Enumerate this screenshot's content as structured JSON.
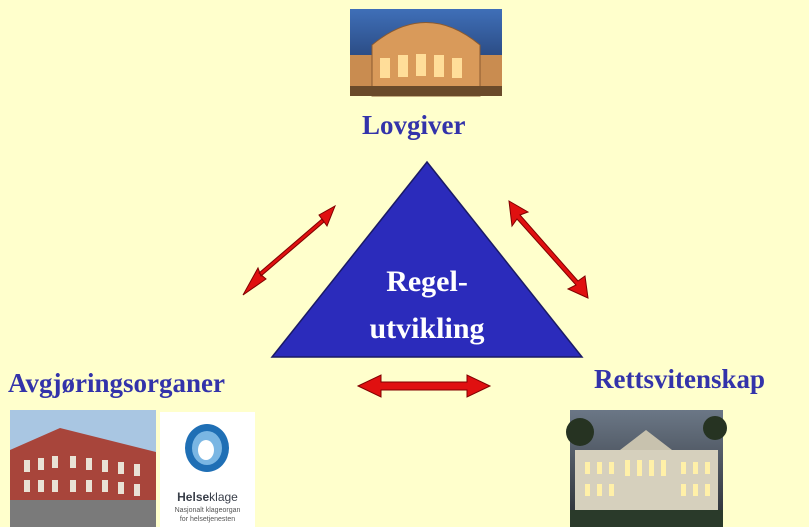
{
  "nodes": {
    "top": "Lovgiver",
    "left": "Avgjøringsorganer",
    "right": "Rettsvitenskap"
  },
  "center": {
    "line1": "Regel-",
    "line2": "utvikling"
  },
  "logo": {
    "brand_bold": "Helse",
    "brand_light": "klage",
    "sub1": "Nasjonalt klageorgan",
    "sub2": "for helsetjenesten"
  },
  "colors": {
    "background": "#ffffcc",
    "triangle": "#2b2bbb",
    "label": "#3333aa",
    "arrow": "#e01010"
  },
  "icons": [
    "parliament-photo",
    "court-building-photo",
    "university-building-photo",
    "helseklage-logo-icon"
  ]
}
